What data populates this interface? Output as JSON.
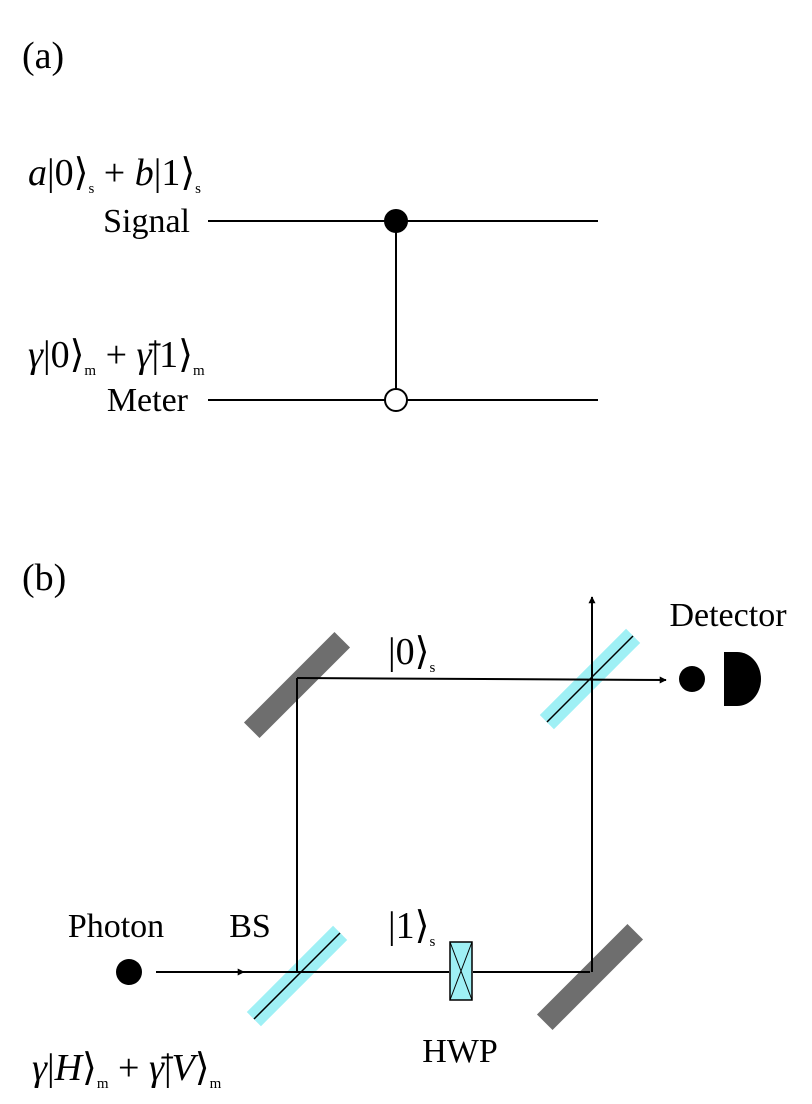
{
  "panel_a": {
    "label": "(a)",
    "signal": {
      "name": "Signal",
      "state": {
        "c1": "a",
        "c2": "b",
        "k0": "0",
        "k1": "1",
        "sub": "s"
      }
    },
    "meter": {
      "name": "Meter",
      "state": {
        "c1": "γ",
        "c2": "γ̄",
        "k0": "0",
        "k1": "1",
        "sub": "m"
      }
    }
  },
  "panel_b": {
    "label": "(b)",
    "photon_label": "Photon",
    "bs_label": "BS",
    "hwp_label": "HWP",
    "detector_label": "Detector",
    "upper_path": {
      "k": "0",
      "sub": "s"
    },
    "lower_path": {
      "k": "1",
      "sub": "s"
    },
    "input_state": {
      "c1": "γ",
      "c2": "γ̄",
      "k0": "H",
      "k1": "V",
      "sub": "m"
    }
  },
  "colors": {
    "line": "#000000",
    "mirror": "#6e6e6e",
    "beamsplitter": "#9ff0f5",
    "hwp": "#9ff0f5"
  }
}
